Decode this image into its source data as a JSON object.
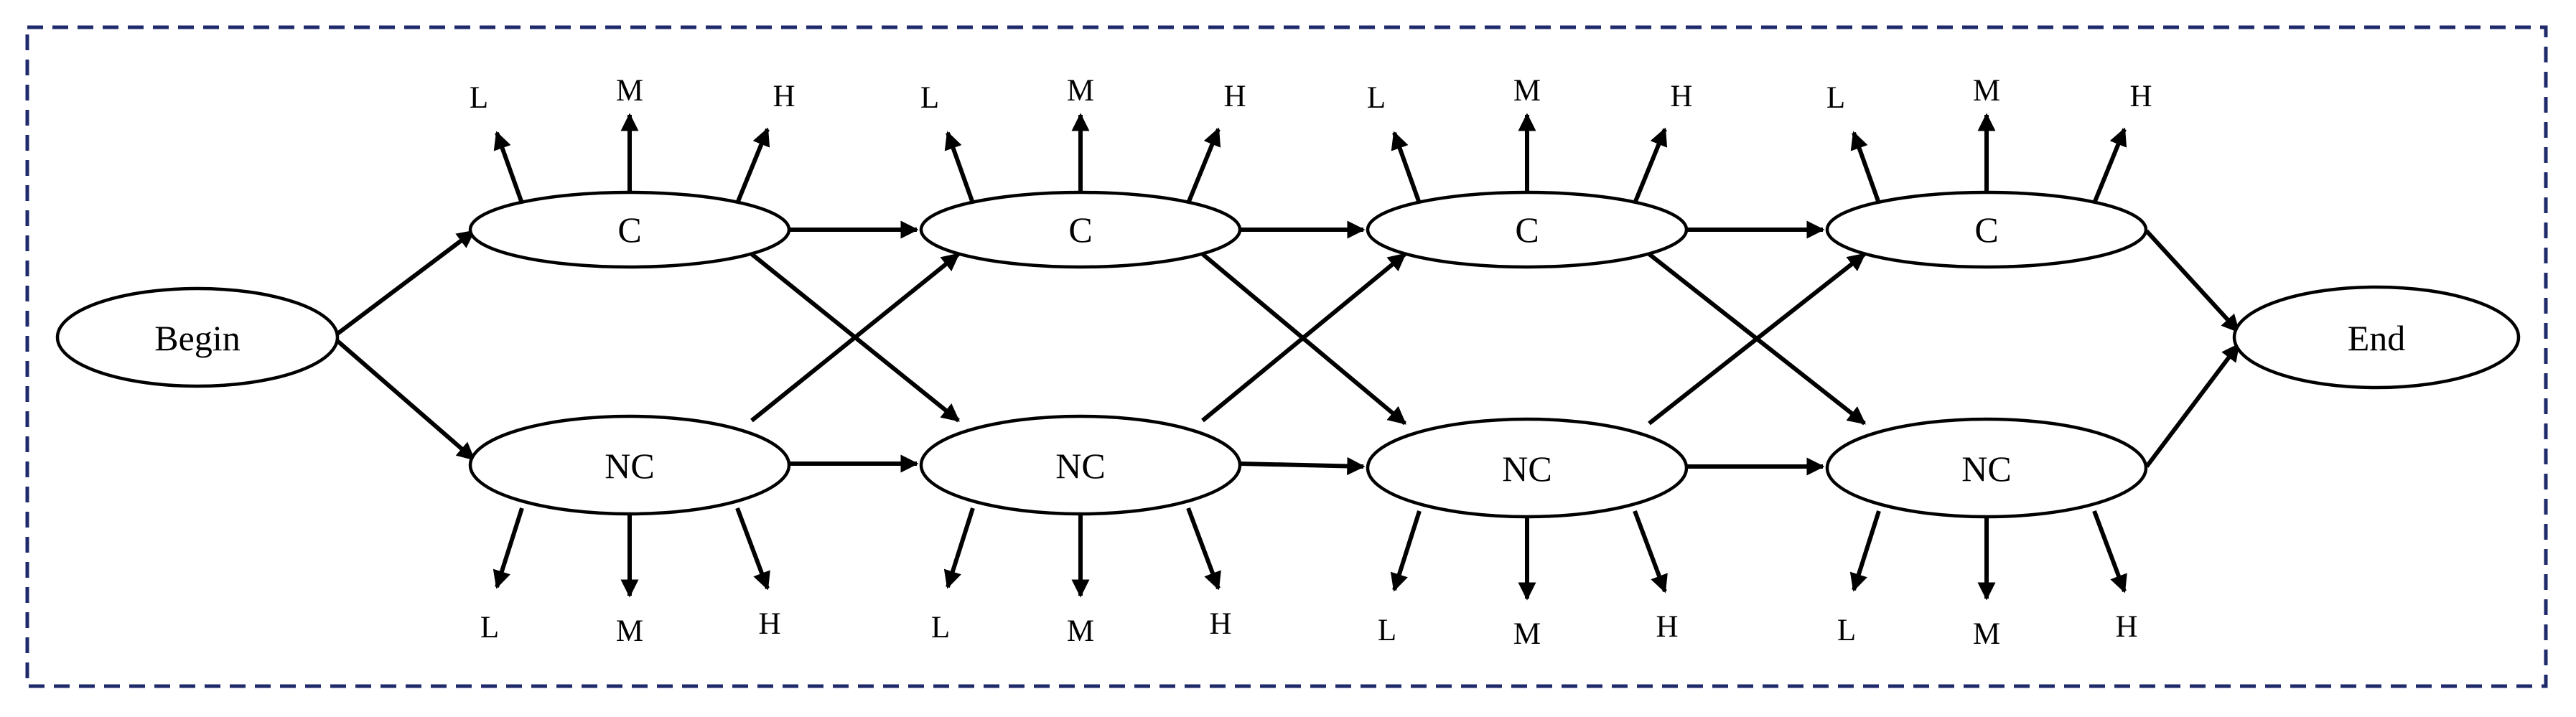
{
  "diagram": {
    "nodes": {
      "begin": "Begin",
      "end": "End",
      "c": "C",
      "nc": "NC"
    },
    "levels": {
      "low": "L",
      "medium": "M",
      "high": "H"
    }
  },
  "colors": {
    "frame": "#1f2a6b",
    "stroke": "#000000",
    "background": "#ffffff"
  }
}
